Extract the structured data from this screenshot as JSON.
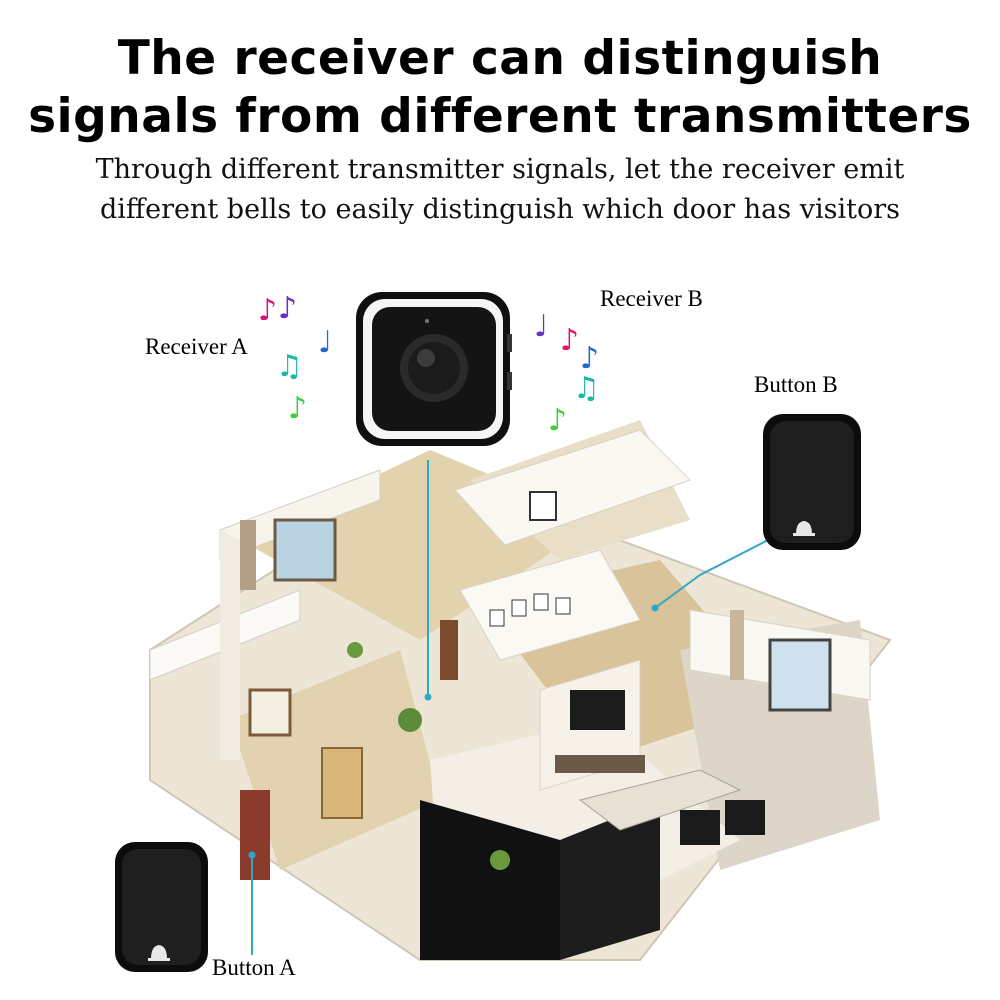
{
  "headline": {
    "line1": "The receiver can distinguish",
    "line2": "signals from different transmitters"
  },
  "subline": {
    "line1": "Through different transmitter signals, let the receiver emit",
    "line2": "different bells to easily distinguish which door has visitors"
  },
  "labels": {
    "receiver_a": "Receiver A",
    "receiver_b": "Receiver B",
    "button_b": "Button B",
    "button_a": "Button A"
  },
  "colors": {
    "connector_line": "#2fa8c8",
    "device_body": "#141414",
    "receiver_ring": "#f2f2f2",
    "house_wall": "#f4f1ea",
    "house_floor": "#d9c7a4"
  },
  "icons": {
    "receiver": "round-button-receiver-icon",
    "button": "bell-icon",
    "notes": "music-note-icon"
  }
}
